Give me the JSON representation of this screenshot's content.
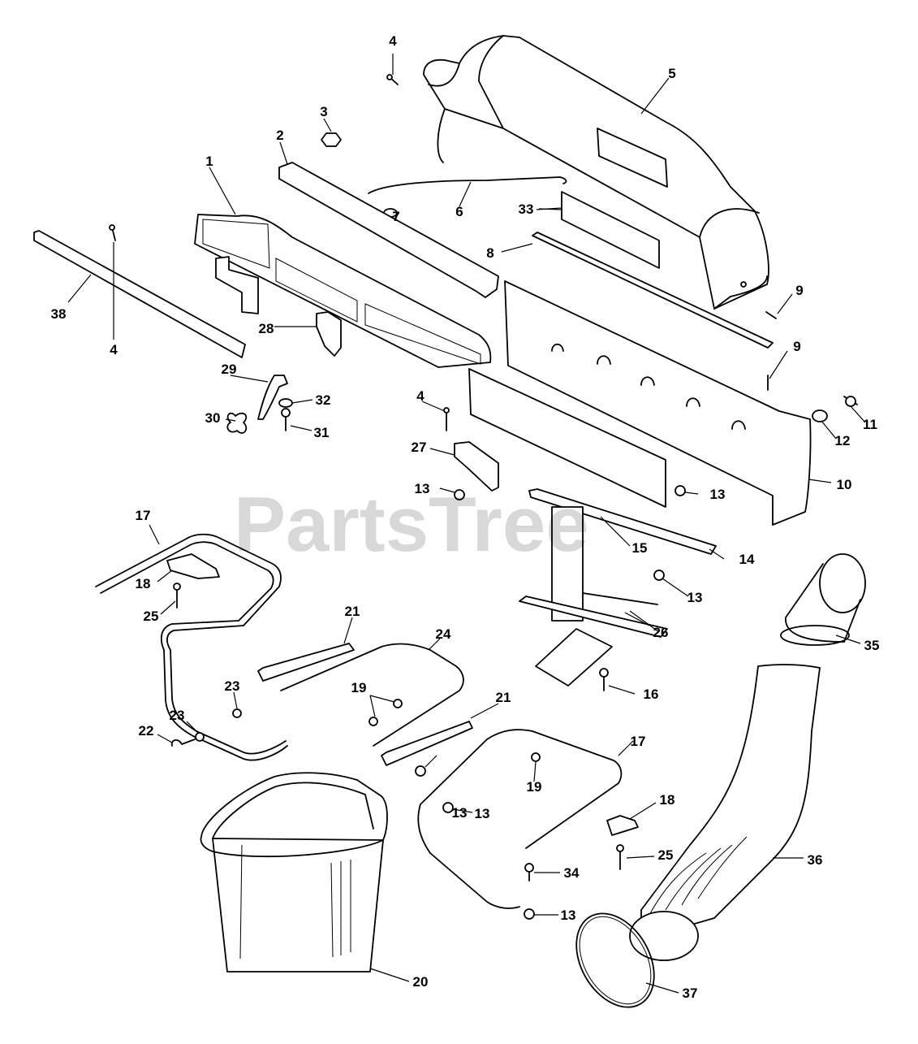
{
  "watermark": "PartsTree",
  "callouts": [
    {
      "n": "1"
    },
    {
      "n": "2"
    },
    {
      "n": "3"
    },
    {
      "n": "4"
    },
    {
      "n": "4"
    },
    {
      "n": "4"
    },
    {
      "n": "5"
    },
    {
      "n": "6"
    },
    {
      "n": "7"
    },
    {
      "n": "8"
    },
    {
      "n": "9"
    },
    {
      "n": "9"
    },
    {
      "n": "10"
    },
    {
      "n": "11"
    },
    {
      "n": "12"
    },
    {
      "n": "13"
    },
    {
      "n": "13"
    },
    {
      "n": "13"
    },
    {
      "n": "13"
    },
    {
      "n": "13"
    },
    {
      "n": "13"
    },
    {
      "n": "14"
    },
    {
      "n": "15"
    },
    {
      "n": "16"
    },
    {
      "n": "17"
    },
    {
      "n": "17"
    },
    {
      "n": "18"
    },
    {
      "n": "18"
    },
    {
      "n": "19"
    },
    {
      "n": "19"
    },
    {
      "n": "20"
    },
    {
      "n": "21"
    },
    {
      "n": "21"
    },
    {
      "n": "22"
    },
    {
      "n": "23"
    },
    {
      "n": "23"
    },
    {
      "n": "24"
    },
    {
      "n": "25"
    },
    {
      "n": "25"
    },
    {
      "n": "26"
    },
    {
      "n": "27"
    },
    {
      "n": "28"
    },
    {
      "n": "29"
    },
    {
      "n": "30"
    },
    {
      "n": "31"
    },
    {
      "n": "32"
    },
    {
      "n": "33"
    },
    {
      "n": "34"
    },
    {
      "n": "35"
    },
    {
      "n": "36"
    },
    {
      "n": "37"
    },
    {
      "n": "38"
    }
  ]
}
